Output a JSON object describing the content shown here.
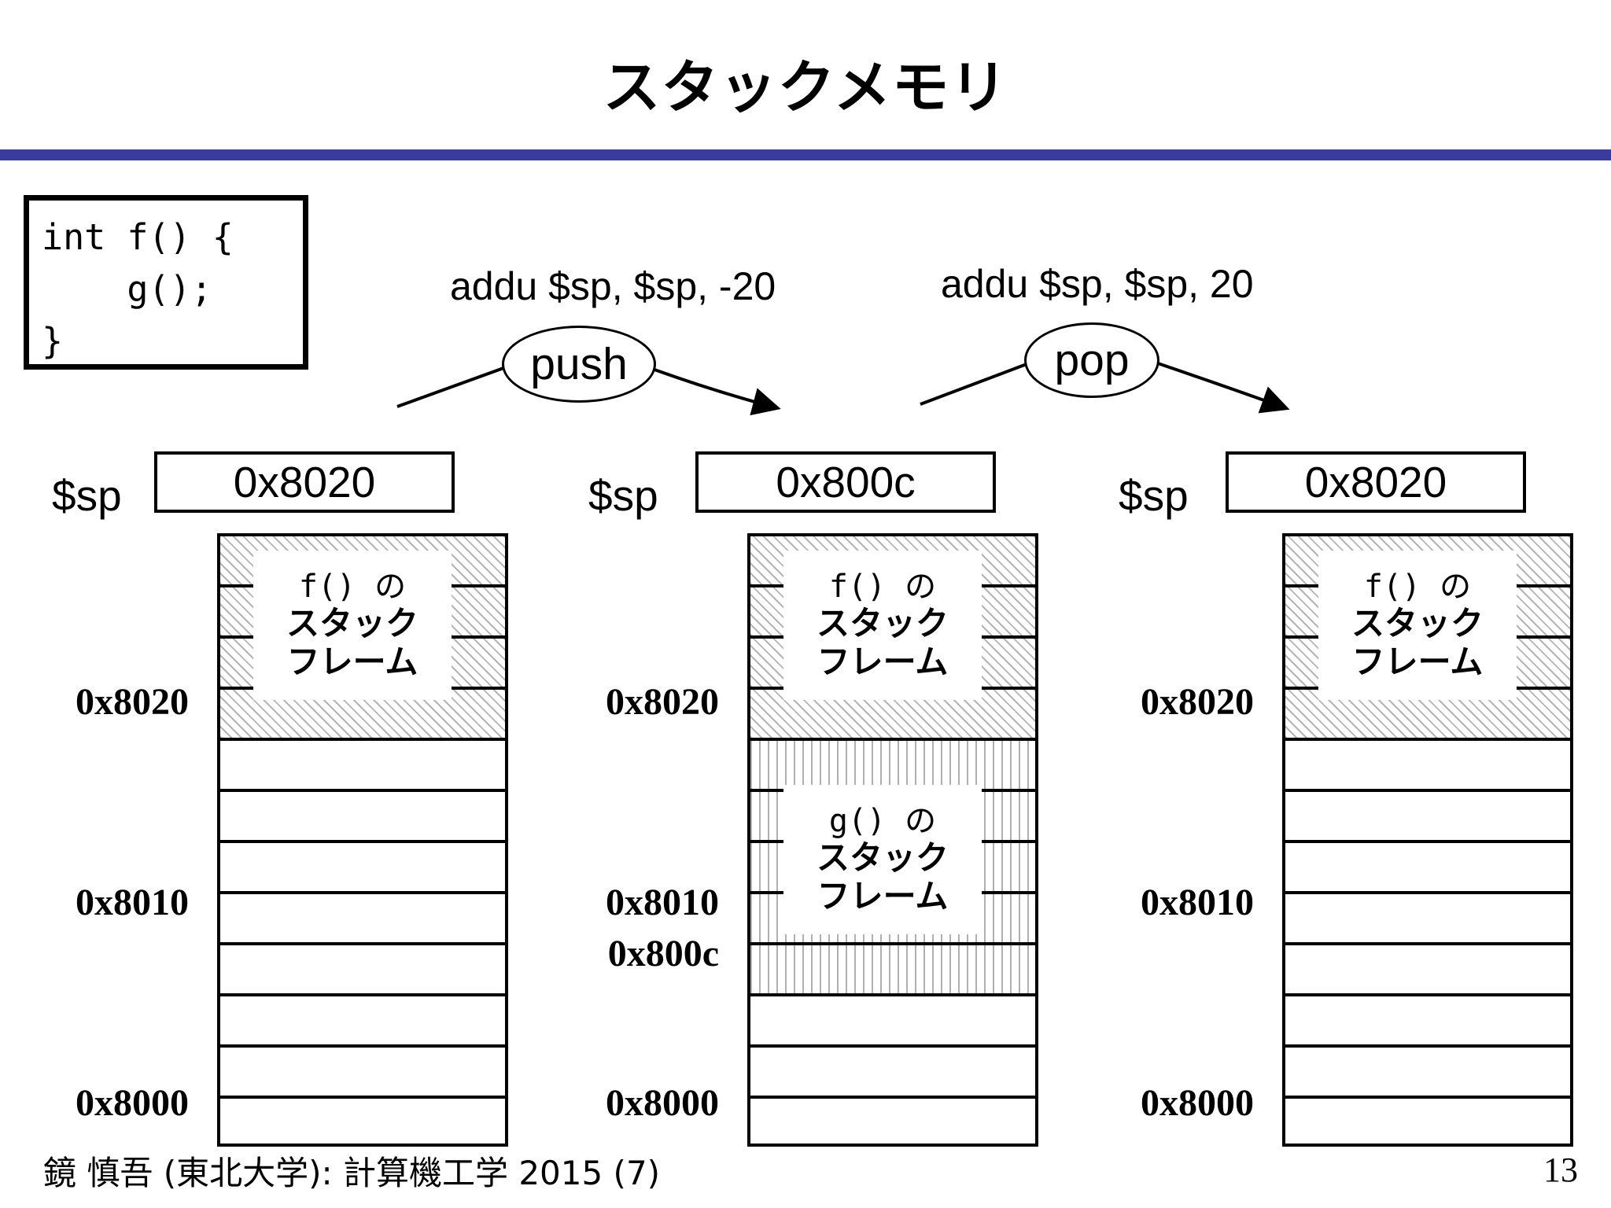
{
  "slide": {
    "title": "スタックメモリ",
    "page_number": "13",
    "footer": "鏡 慎吾 (東北大学): 計算機工学 2015 (7)",
    "accent_color": "#3b3b9e"
  },
  "code_box": {
    "lines": [
      "int f() {",
      "    g();",
      "}"
    ]
  },
  "operations": [
    {
      "name": "push",
      "instruction": "addu $sp, $sp, -20",
      "bubble_label": "push"
    },
    {
      "name": "pop",
      "instruction": "addu $sp, $sp, 20",
      "bubble_label": "pop"
    }
  ],
  "columns": [
    {
      "id": "before",
      "sp_label": "$sp",
      "sp_value": "0x8020",
      "addresses": [
        "0x8020",
        "0x8010",
        "0x8000"
      ],
      "frames": [
        {
          "name": "f-frame",
          "hatch": "diagonal",
          "line1": "f() の",
          "line2": "スタック",
          "line3": "フレーム"
        }
      ]
    },
    {
      "id": "after-push",
      "sp_label": "$sp",
      "sp_value": "0x800c",
      "addresses": [
        "0x8020",
        "0x8010",
        "0x800c",
        "0x8000"
      ],
      "frames": [
        {
          "name": "f-frame",
          "hatch": "diagonal",
          "line1": "f() の",
          "line2": "スタック",
          "line3": "フレーム"
        },
        {
          "name": "g-frame",
          "hatch": "vertical",
          "line1": "g() の",
          "line2": "スタック",
          "line3": "フレーム"
        }
      ]
    },
    {
      "id": "after-pop",
      "sp_label": "$sp",
      "sp_value": "0x8020",
      "addresses": [
        "0x8020",
        "0x8010",
        "0x8000"
      ],
      "frames": [
        {
          "name": "f-frame",
          "hatch": "diagonal",
          "line1": "f() の",
          "line2": "スタック",
          "line3": "フレーム"
        }
      ]
    }
  ]
}
